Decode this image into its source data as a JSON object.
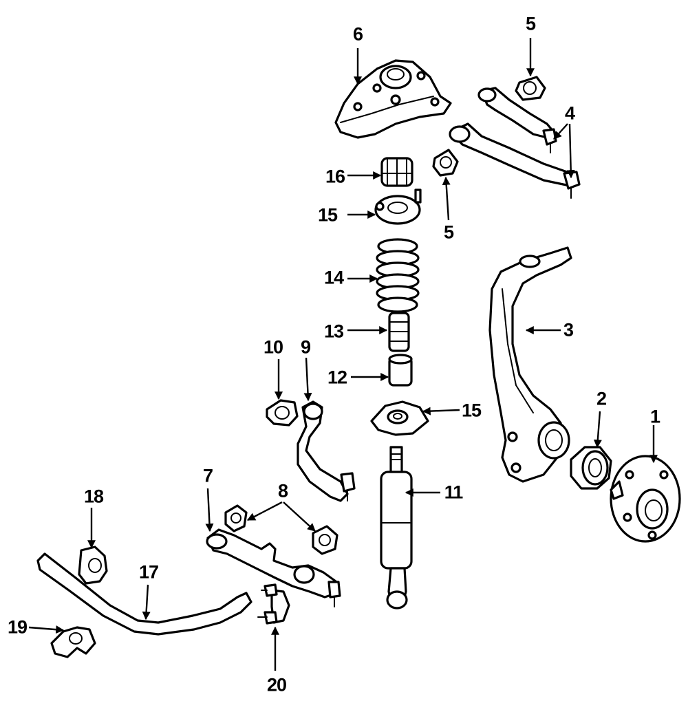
{
  "diagram": {
    "colors": {
      "ink": "#000000",
      "paper": "#ffffff"
    },
    "callouts": [
      "1",
      "2",
      "3",
      "4",
      "5",
      "6",
      "7",
      "8",
      "9",
      "10",
      "11",
      "12",
      "13",
      "14",
      "15",
      "16",
      "17",
      "18",
      "19",
      "20"
    ]
  }
}
